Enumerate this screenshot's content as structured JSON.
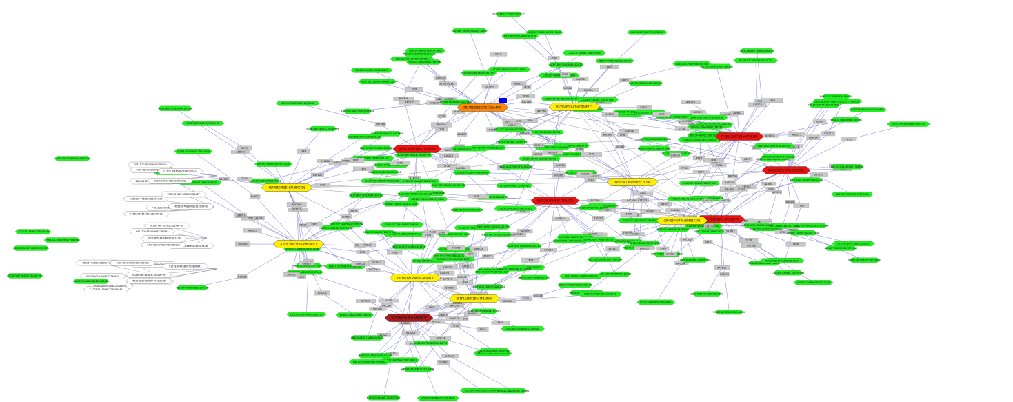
{
  "graph": {
    "colors": {
      "background": "#ffffff",
      "edge": "#3f3fe0",
      "leaf": "#22ee22",
      "leaf_stroke": "#18b818",
      "box": "#c8c8c8",
      "box_stroke": "#9a9a9a",
      "hub_red": "#ee1111",
      "hub_orange": "#ff8800",
      "hub_yellow": "#ffee00",
      "hub_darkred": "#aa1a1a",
      "marker": "#0000ee",
      "outline_stroke": "#777777"
    },
    "hubs": [
      {
        "id": "hub-orange",
        "kind": "orange",
        "label": "FB2A0E0D01E3F61C2da4F85"
      },
      {
        "id": "hub-red-1",
        "kind": "red",
        "label": "A3F0C8D1E2B4c97F10A6E3"
      },
      {
        "id": "hub-red-2",
        "kind": "red",
        "label": "E1D2C3B4A5968778F6a1C0"
      },
      {
        "id": "hub-red-3",
        "kind": "red",
        "label": "CF8E1A2B3C4D5e6F708192"
      },
      {
        "id": "hub-red-4",
        "kind": "red",
        "label": "9A8B7C6D5E4F3a2B1C0D9E"
      },
      {
        "id": "hub-red-5",
        "kind": "red",
        "label": "7F6E5D4C3B2A1f0E9D8C7B"
      },
      {
        "id": "hub-darkred",
        "kind": "darkred",
        "label": "3C2B1A0F9E8D7c6B5A4F3E"
      },
      {
        "id": "hub-yellow-1",
        "kind": "yellow",
        "label": "B2C3D4E5F6A7b8C9D0E1F2"
      },
      {
        "id": "hub-yellow-2",
        "kind": "yellow",
        "label": "D4E5F6A7B8C9d0E1F2A3B4"
      },
      {
        "id": "hub-yellow-3",
        "kind": "yellow",
        "label": "F6A7B8C9D0E1f2A3B4C5D6"
      },
      {
        "id": "hub-yellow-4",
        "kind": "yellow",
        "label": "A1B2C3D4E5F6a7B8C9D0E1"
      },
      {
        "id": "hub-yellow-5",
        "kind": "yellow",
        "label": "C3D4E5F6A7B8c9D0E1F2A3"
      },
      {
        "id": "hub-yellow-6",
        "kind": "yellow",
        "label": "E5F6A7B8C9D0e1F2A3B4C5"
      },
      {
        "id": "hub-yellow-7",
        "kind": "yellow",
        "label": "0E1F2A3B4C5D6e7F8A9B0C"
      }
    ],
    "leaf_label_samples": [
      "6A3F1B2C7D8E9F0A1B2C3D",
      "C1D2E3F4A5B6C7D8E9F0A1",
      "F0E1D2C3B4A5968778695A",
      "2B3C4D5E6F7A8B9C0D1E2F",
      "9C8B7A6F5E4D3C2B1A0F9E",
      "4D5E6F7A8B9C0D1E2F3A4B"
    ],
    "box_label_samples": [
      "A1B2C3",
      "7F3D",
      "0x9E2A",
      "B4C5D6",
      "E8F9",
      "3A7B1C"
    ]
  }
}
